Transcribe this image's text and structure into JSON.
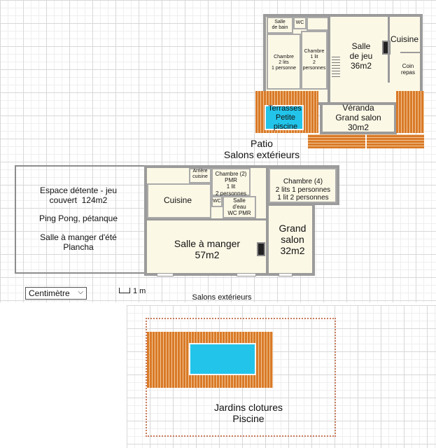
{
  "colors": {
    "wall": "#9b9b9b",
    "floor": "#fcf8e6",
    "deck": "#d97a28",
    "pool": "#22c4ea",
    "fence": "#c87a5a"
  },
  "house_top": {
    "salle_de_bain": "Salle\nde bain",
    "wc": "WC",
    "chambre_a": "Chambre\n2 lits\n1 personne",
    "chambre_b": "Chambre\n1 lit\n2\npersonnes",
    "salle_de_jeu": "Salle\nde jeu\n36m2",
    "cuisine": "Cuisine",
    "coin_repas": "Coin\nrepas",
    "terrasses": "Terrasses",
    "petite_piscine": "Petite\npiscine",
    "veranda": "Véranda\nGrand salon\n30m2"
  },
  "patio": "Patio\nSalons extérieurs",
  "espace_detente": {
    "line1": "Espace détente - jeu\ncouvert  124m2",
    "line2": "Ping Pong, pétanque",
    "line3": "Salle à manger d'été\nPlancha"
  },
  "house_bottom": {
    "arriere_cuisine": "Arrière\ncuisine",
    "chambre_pmr": "Chambre (2)\nPMR\n1 lit\n2 personnes",
    "chambre_4": "Chambre (4)\n2 lits 1 personnes\n1 lit 2 personnes",
    "cuisine": "Cuisine",
    "wc": "WC",
    "salle_eau": "Salle\nd'eau\nWC PMR",
    "salle_a_manger": "Salle à manger\n57m2",
    "grand_salon": "Grand\nsalon\n32m2"
  },
  "unit_select": {
    "value": "Centimètre"
  },
  "scale": "1 m",
  "salons_exterieurs": "Salons extérieurs",
  "garden": "Jardins clotures\nPiscine"
}
